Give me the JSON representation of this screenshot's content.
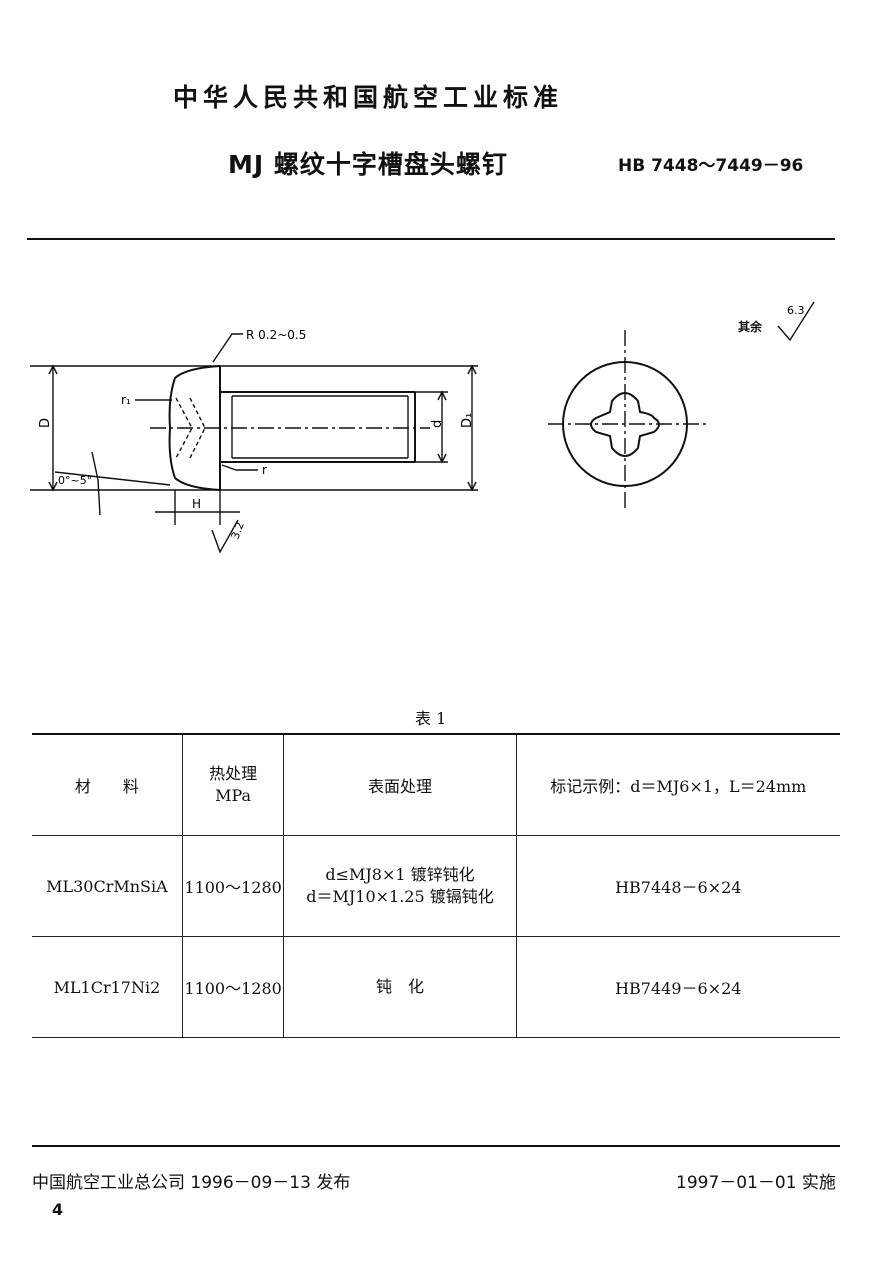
{
  "header": {
    "organization": "中华人民共和国航空工业标准",
    "title": "MJ 螺纹十字槽盘头螺钉",
    "standard_code": "HB 7448～7449－96"
  },
  "drawing": {
    "fillet_label": "R 0.2~0.5",
    "r1_label": "r₁",
    "r_label": "r",
    "D_label": "D",
    "d_label": "d",
    "D1_label": "D₁",
    "H_label": "H",
    "angle_label": "0°~5°",
    "roughness_value": "3.2",
    "other_roughness_label": "其余",
    "other_roughness_value": "6.3"
  },
  "table": {
    "caption": "表 1",
    "headers": {
      "material": "材　　料",
      "heat_treatment_line1": "热处理",
      "heat_treatment_line2": "MPa",
      "surface": "表面处理",
      "marking": "标记示例：d＝MJ6×1，L＝24mm"
    },
    "rows": [
      {
        "material": "ML30CrMnSiA",
        "heat": "1100～1280",
        "surface_line1": "d≤MJ8×1 镀锌钝化",
        "surface_line2": "d＝MJ10×1.25 镀镉钝化",
        "marking": "HB7448－6×24"
      },
      {
        "material": "ML1Cr17Ni2",
        "heat": "1100～1280",
        "surface_line1": "钝　化",
        "surface_line2": "",
        "marking": "HB7449－6×24"
      }
    ]
  },
  "footer": {
    "issuer": "中国航空工业总公司 1996－09－13 发布",
    "effective": "1997－01－01 实施",
    "page": "4"
  }
}
